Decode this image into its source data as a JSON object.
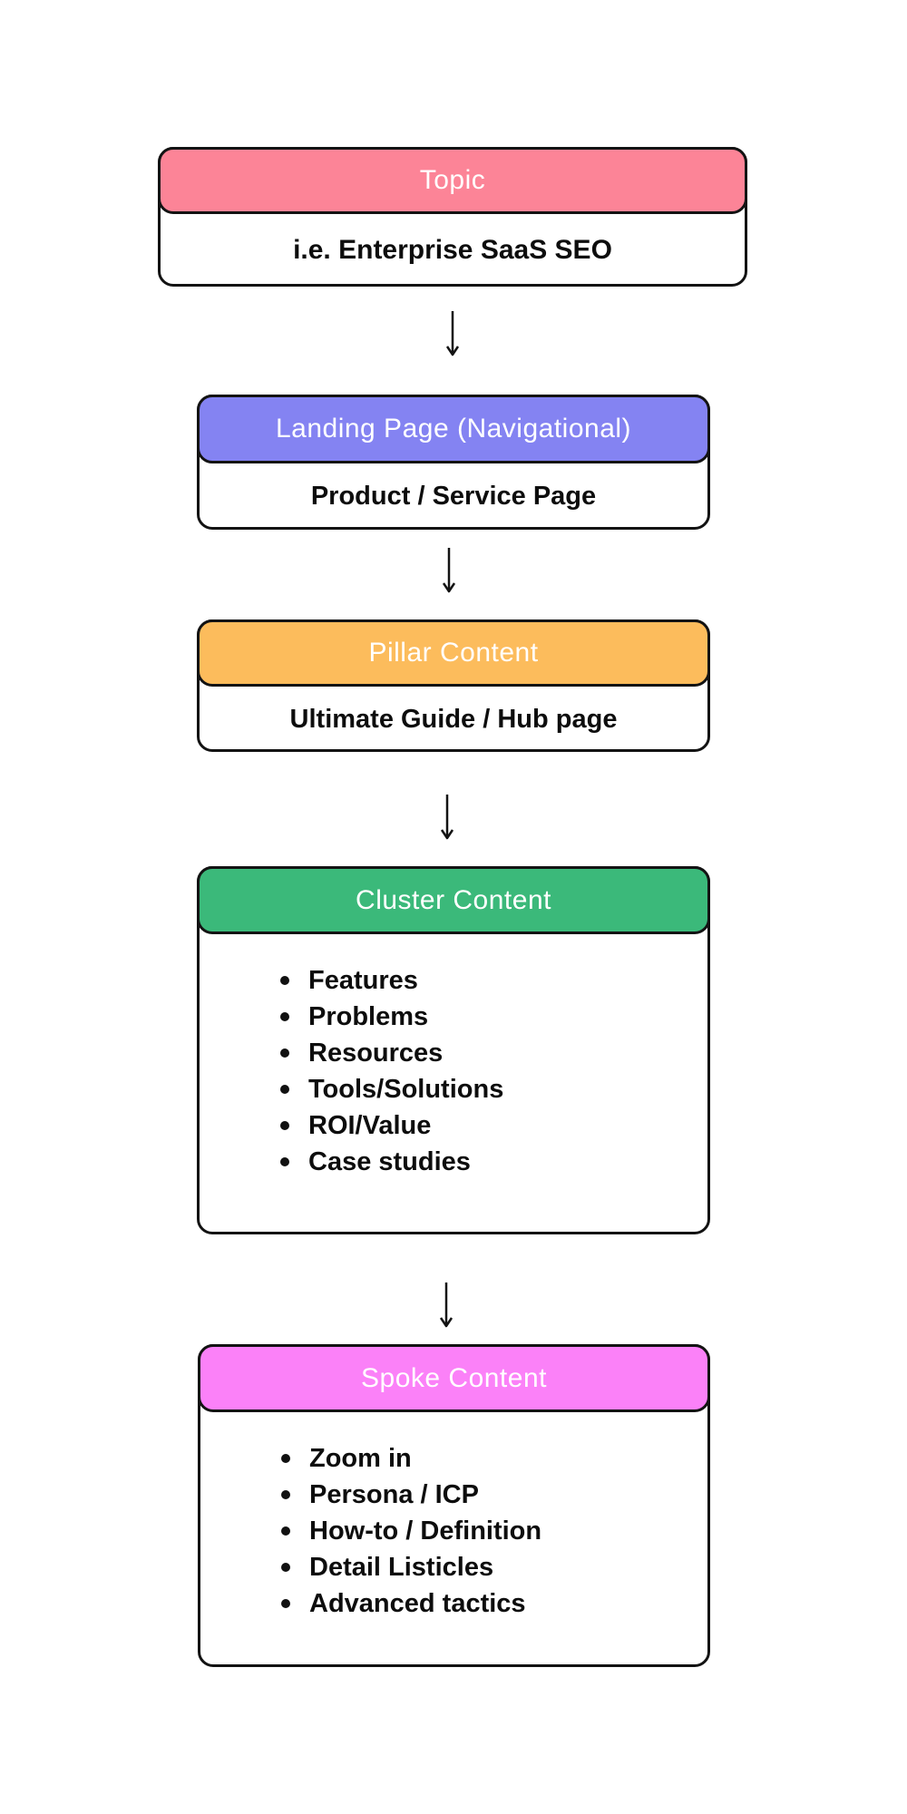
{
  "page": {
    "background": "#ffffff",
    "border_color": "#131313",
    "arrow_color": "#131313",
    "header_text_color": "#ffffff",
    "body_text_color": "#0d0d0d"
  },
  "cards": [
    {
      "id": "topic",
      "header": {
        "label": "Topic",
        "color": "#FC8497"
      },
      "body": {
        "type": "text",
        "text": "i.e. Enterprise SaaS SEO"
      }
    },
    {
      "id": "landing-page",
      "header": {
        "label": "Landing Page (Navigational)",
        "color": "#8483F2"
      },
      "body": {
        "type": "text",
        "text": "Product / Service Page"
      }
    },
    {
      "id": "pillar-content",
      "header": {
        "label": "Pillar Content",
        "color": "#FCBC5C"
      },
      "body": {
        "type": "text",
        "text": "Ultimate Guide / Hub page"
      }
    },
    {
      "id": "cluster-content",
      "header": {
        "label": "Cluster Content",
        "color": "#3BB97A"
      },
      "body": {
        "type": "list",
        "items": [
          "Features",
          "Problems",
          "Resources",
          "Tools/Solutions",
          "ROI/Value",
          "Case studies"
        ]
      }
    },
    {
      "id": "spoke-content",
      "header": {
        "label": "Spoke Content",
        "color": "#FB81F8"
      },
      "body": {
        "type": "list",
        "items": [
          "Zoom in",
          "Persona / ICP",
          "How-to / Definition",
          "Detail Listicles",
          "Advanced tactics"
        ]
      }
    }
  ]
}
